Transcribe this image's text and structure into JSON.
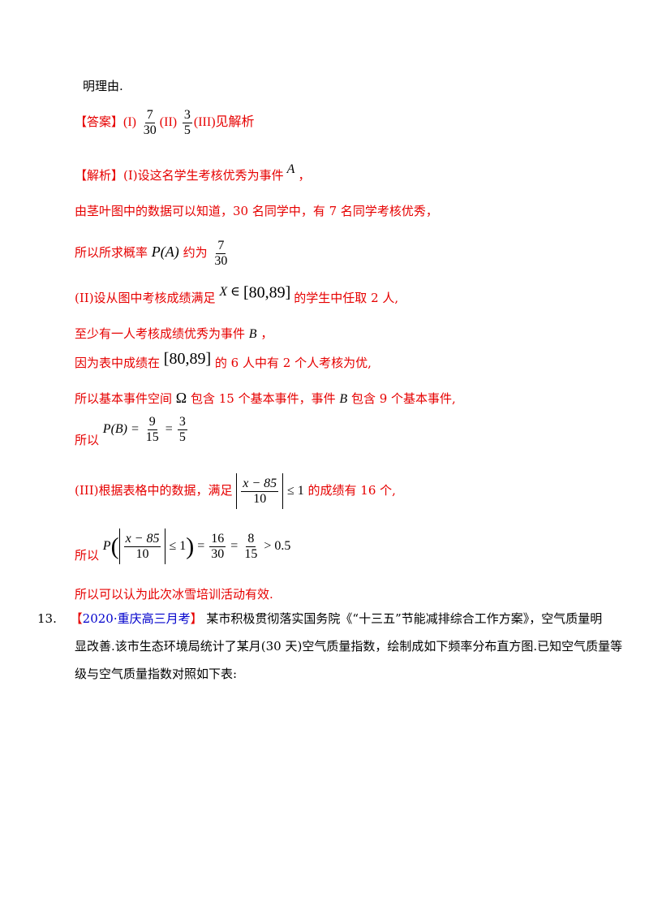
{
  "intro_text": "明理由.",
  "answer": {
    "label": "【答案】",
    "part1": "(I)",
    "f1_num": "7",
    "f1_den": "30",
    "part2": "(II)",
    "f2_num": "3",
    "f2_den": "5",
    "part3": "(III)见解析"
  },
  "analysis": {
    "label": "【解析】",
    "l1_text": "(I)设这名学生考核优秀为事件",
    "l1_var": "A",
    "l1_end": "，",
    "l2_text": "由茎叶图中的数据可以知道，30 名同学中，有 7 名同学考核优秀，",
    "l3_text": "所以所求概率",
    "l3_math": "P(A)",
    "l3_mid": "约为",
    "l3_num": "7",
    "l3_den": "30",
    "l4_text": "(II)设从图中考核成绩满足",
    "l4_math": "X ∈",
    "l4_range": "[80,89]",
    "l4_end": "的学生中任取 2 人,",
    "l5_text": "至少有一人考核成绩优秀为事件",
    "l5_var": "B",
    "l5_end": "，",
    "l6_text": "因为表中成绩在",
    "l6_range": "[80,89]",
    "l6_end": "的 6 人中有 2 个人考核为优,",
    "l7_text": "所以基本事件空间",
    "l7_omega": "Ω",
    "l7_mid": "包含 15 个基本事件，事件",
    "l7_var": "B",
    "l7_end": "包含 9 个基本事件,",
    "l8_text": "所以",
    "l8_lhs": "P(B) =",
    "l8_n1": "9",
    "l8_d1": "15",
    "l8_eq": "=",
    "l8_n2": "3",
    "l8_d2": "5",
    "l9_text": "(III)根据表格中的数据，满足",
    "l9_num": "x − 85",
    "l9_den": "10",
    "l9_rel": "≤ 1",
    "l9_end": "的成绩有 16 个,",
    "l10_text": "所以",
    "l10_p": "P",
    "l10_num": "x − 85",
    "l10_den": "10",
    "l10_rel": "≤ 1",
    "l10_eq1": "=",
    "l10_n1": "16",
    "l10_d1": "30",
    "l10_eq2": "=",
    "l10_n2": "8",
    "l10_d2": "15",
    "l10_gt": "> 0.5",
    "l11_text": "所以可以认为此次冰雪培训活动有效."
  },
  "problem13": {
    "number": "13.",
    "open_bracket": "【",
    "source": "2020·重庆高三月考",
    "close_bracket": "】",
    "line1_rest": "某市积极贯彻落实国务院《“十三五”节能减排综合工作方案》，空气质量明",
    "line2": "显改善.该市生态环境局统计了某月(30 天)空气质量指数，绘制成如下频率分布直方图.已知空气质量等",
    "line3": "级与空气质量指数对照如下表:"
  }
}
